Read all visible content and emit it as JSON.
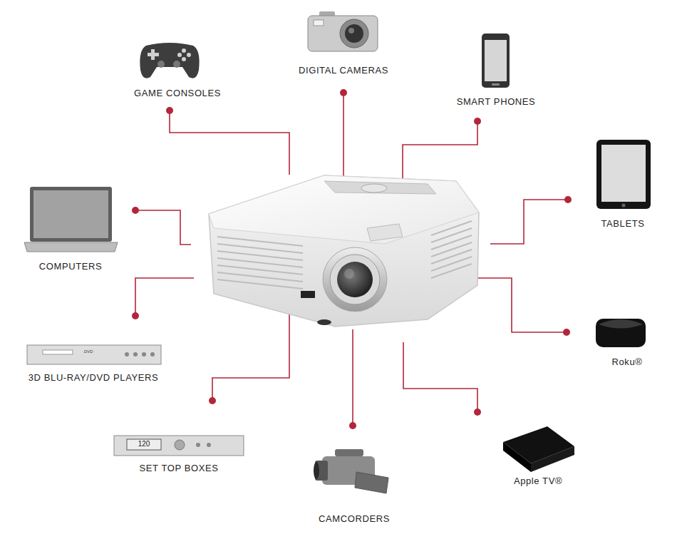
{
  "diagram": {
    "labels": [
      "DIGITAL CAMERAS",
      "GAME CONSOLES",
      "SMART PHONES",
      "TABLETS",
      "COMPUTERS",
      "DVD",
      "Roku®",
      "3D BLU-RAY/DVD PLAYERS",
      "120",
      "SET TOP BOXES",
      "Apple TV®",
      "CAMCORDERS"
    ]
  }
}
